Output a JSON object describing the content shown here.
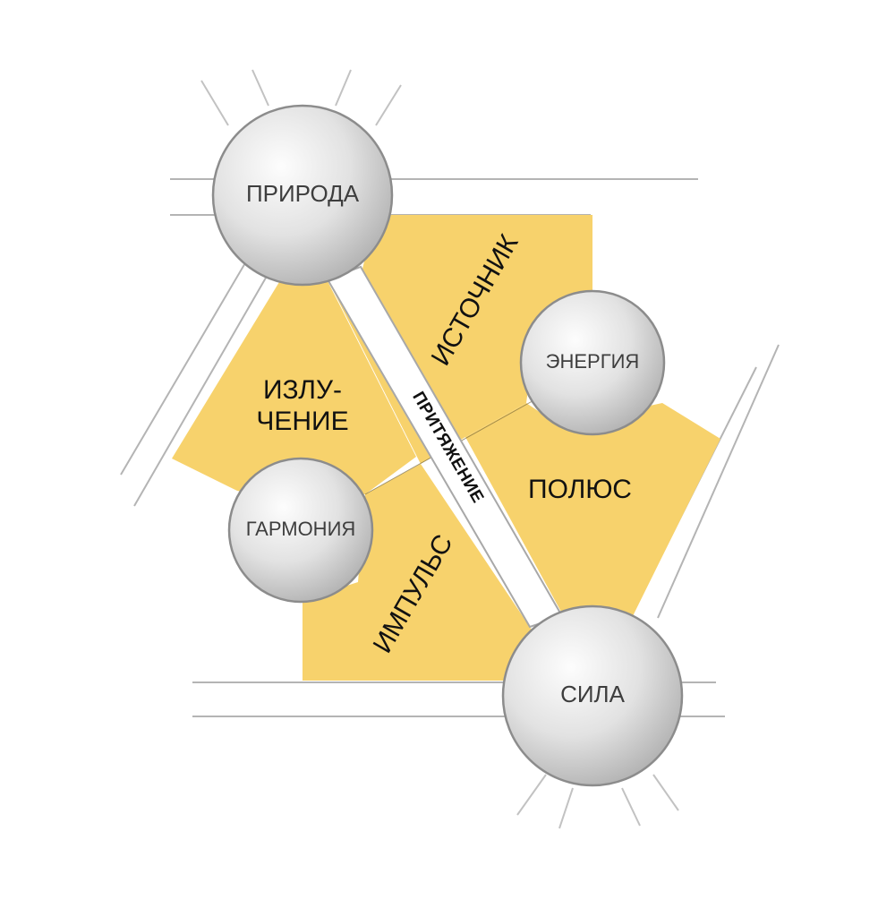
{
  "nodes": {
    "priroda": "ПРИРОДА",
    "energiya": "ЭНЕРГИЯ",
    "garmoniya": "ГАРМОНИЯ",
    "sila": "СИЛА"
  },
  "regions": {
    "izluchenie_line1": "ИЗЛУ-",
    "izluchenie_line2": "ЧЕНИЕ",
    "istochnik": "ИСТОЧНИК",
    "impuls": "ИМПУЛЬС",
    "polyus": "ПОЛЮС"
  },
  "road": {
    "label": "ПРИТЯЖЕНИЕ"
  },
  "colors": {
    "region_fill": "#f7d26c",
    "node_light": "#fbfbfb",
    "node_dark": "#b5b5b5",
    "road_outline": "#a8a8a8"
  }
}
